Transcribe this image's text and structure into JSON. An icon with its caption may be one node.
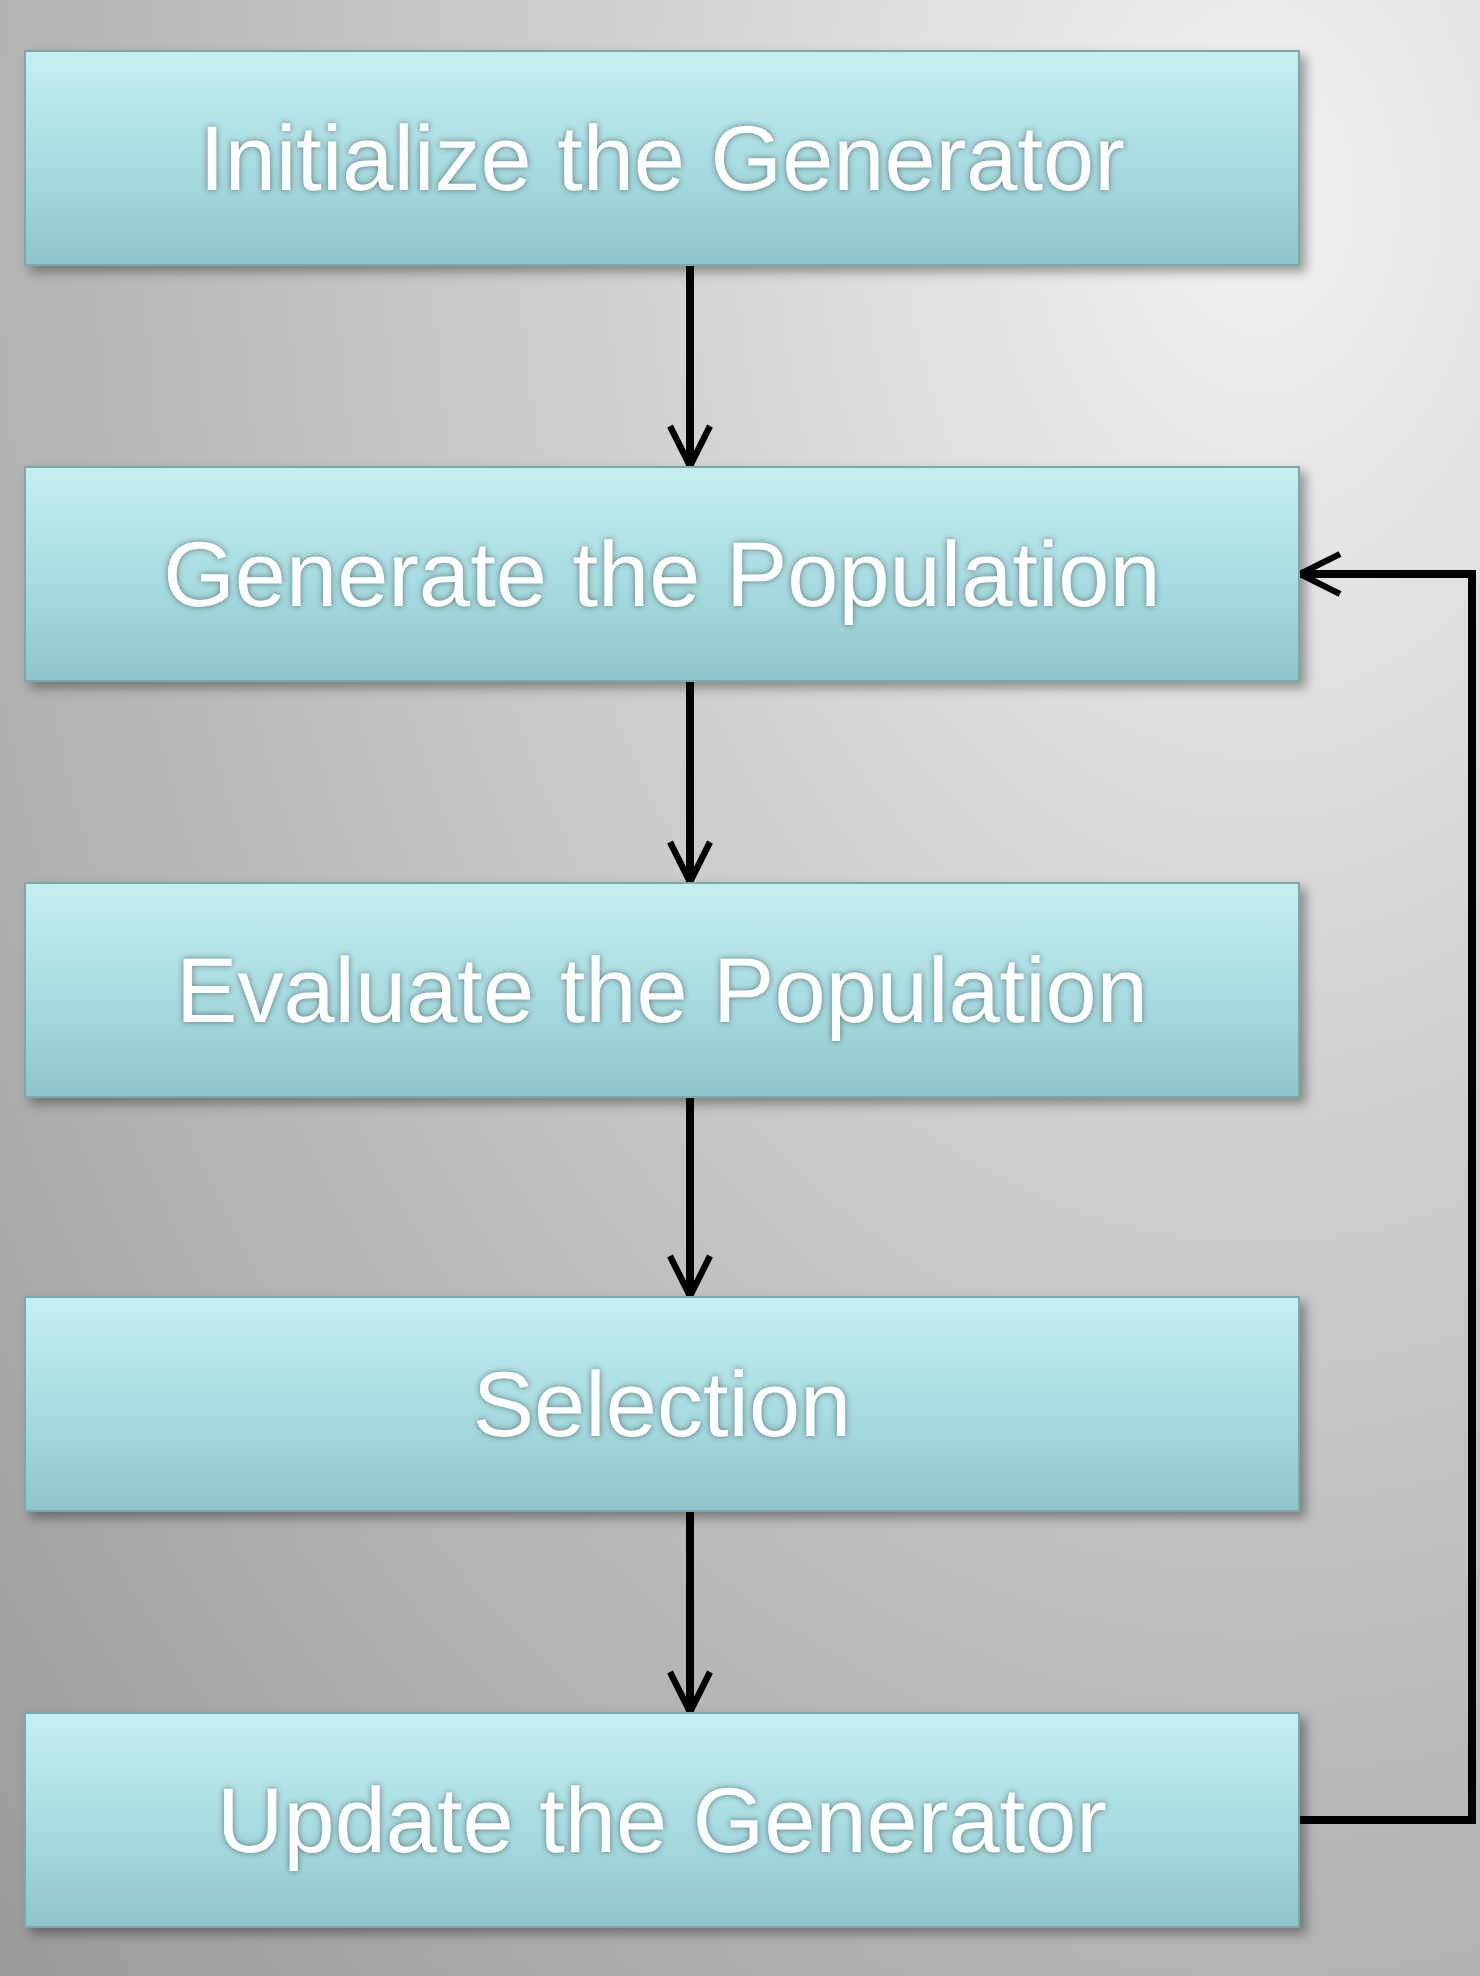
{
  "diagram": {
    "nodes": [
      {
        "text": [
          "Initialize the Generator"
        ]
      },
      {
        "text": [
          "Generate the Population"
        ]
      },
      {
        "text": [
          "Evaluate the Population"
        ]
      },
      {
        "text": [
          "Selection"
        ]
      },
      {
        "text": [
          "Update the Generator"
        ]
      }
    ],
    "edges": [
      {
        "from": 0,
        "to": 1,
        "arrow": "to"
      },
      {
        "from": 1,
        "to": 2,
        "arrow": "to"
      },
      {
        "from": 2,
        "to": 3,
        "arrow": "to"
      },
      {
        "from": 3,
        "to": 4,
        "arrow": "to"
      },
      {
        "from": 4,
        "to": 1,
        "arrow": "to"
      }
    ]
  }
}
